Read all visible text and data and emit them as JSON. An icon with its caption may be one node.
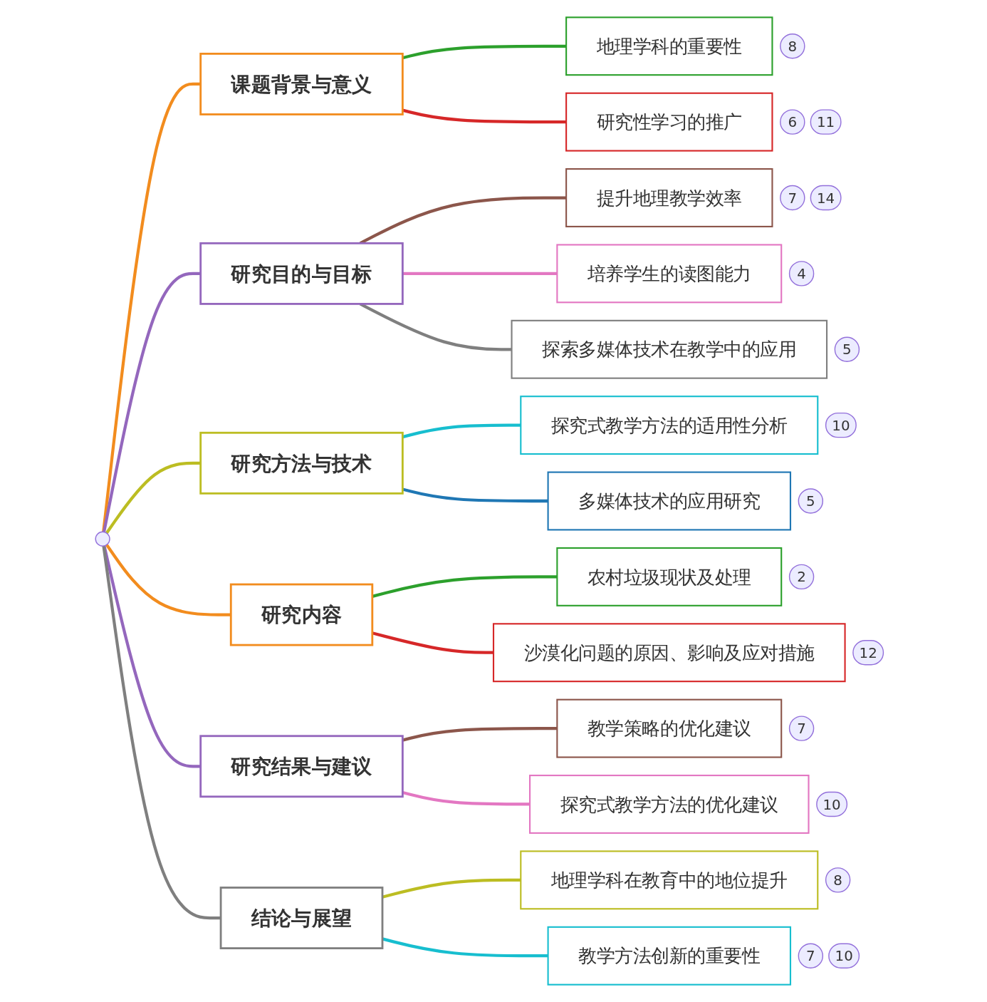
{
  "diagram": {
    "nodes": [
      {
        "text": [],
        "shape": "circle"
      },
      {
        "text": [
          "课题背景与意义"
        ]
      },
      {
        "text": [
          "地理学科的重要性"
        ],
        "beside": [
          "8"
        ]
      },
      {
        "text": [
          "研究性学习的推广"
        ],
        "beside": [
          "6",
          "11"
        ]
      },
      {
        "text": [
          "研究目的与目标"
        ]
      },
      {
        "text": [
          "提升地理教学效率"
        ],
        "beside": [
          "7",
          "14"
        ]
      },
      {
        "text": [
          "培养学生的读图能力"
        ],
        "beside": [
          "4"
        ]
      },
      {
        "text": [
          "探索多媒体技术在教学中的应用"
        ],
        "beside": [
          "5"
        ]
      },
      {
        "text": [
          "研究方法与技术"
        ]
      },
      {
        "text": [
          "探究式教学方法的适用性分析"
        ],
        "beside": [
          "10"
        ]
      },
      {
        "text": [
          "多媒体技术的应用研究"
        ],
        "beside": [
          "5"
        ]
      },
      {
        "text": [
          "研究内容"
        ]
      },
      {
        "text": [
          "农村垃圾现状及处理"
        ],
        "beside": [
          "2"
        ]
      },
      {
        "text": [
          "沙漠化问题的原因、影响及应对措施"
        ],
        "beside": [
          "12"
        ]
      },
      {
        "text": [
          "研究结果与建议"
        ]
      },
      {
        "text": [
          "教学策略的优化建议"
        ],
        "beside": [
          "7"
        ]
      },
      {
        "text": [
          "探究式教学方法的优化建议"
        ],
        "beside": [
          "10"
        ]
      },
      {
        "text": [
          "结论与展望"
        ]
      },
      {
        "text": [
          "地理学科在教育中的地位提升"
        ],
        "beside": [
          "8"
        ]
      },
      {
        "text": [
          "教学方法创新的重要性"
        ],
        "beside": [
          "7",
          "10"
        ]
      }
    ],
    "edges": [
      {
        "from": 0,
        "to": 1,
        "arrow": "none",
        "color": "#f28c1e"
      },
      {
        "from": 1,
        "to": 2,
        "arrow": "none",
        "color": "#2ca02c"
      },
      {
        "from": 1,
        "to": 3,
        "arrow": "none",
        "color": "#d62728"
      },
      {
        "from": 0,
        "to": 4,
        "arrow": "none",
        "color": "#9467bd"
      },
      {
        "from": 4,
        "to": 5,
        "arrow": "none",
        "color": "#8c564b"
      },
      {
        "from": 4,
        "to": 6,
        "arrow": "none",
        "color": "#e377c2"
      },
      {
        "from": 4,
        "to": 7,
        "arrow": "none",
        "color": "#7f7f7f"
      },
      {
        "from": 0,
        "to": 8,
        "arrow": "none",
        "color": "#bcbd22"
      },
      {
        "from": 8,
        "to": 9,
        "arrow": "none",
        "color": "#17becf"
      },
      {
        "from": 8,
        "to": 10,
        "arrow": "none",
        "color": "#1f77b4"
      },
      {
        "from": 0,
        "to": 11,
        "arrow": "none",
        "color": "#f28c1e"
      },
      {
        "from": 11,
        "to": 12,
        "arrow": "none",
        "color": "#2ca02c"
      },
      {
        "from": 11,
        "to": 13,
        "arrow": "none",
        "color": "#d62728"
      },
      {
        "from": 0,
        "to": 14,
        "arrow": "none",
        "color": "#9467bd"
      },
      {
        "from": 14,
        "to": 15,
        "arrow": "none",
        "color": "#8c564b"
      },
      {
        "from": 14,
        "to": 16,
        "arrow": "none",
        "color": "#e377c2"
      },
      {
        "from": 0,
        "to": 17,
        "arrow": "none",
        "color": "#7f7f7f"
      },
      {
        "from": 17,
        "to": 18,
        "arrow": "none",
        "color": "#bcbd22"
      },
      {
        "from": 17,
        "to": 19,
        "arrow": "none",
        "color": "#17becf"
      }
    ]
  }
}
